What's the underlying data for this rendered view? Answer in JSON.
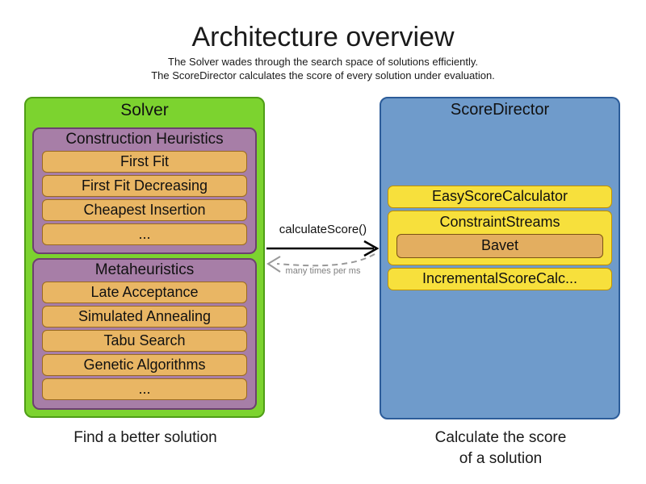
{
  "header": {
    "title": "Architecture overview",
    "subtitle_line1": "The Solver wades through the search space of solutions efficiently.",
    "subtitle_line2": "The ScoreDirector calculates the score of every solution under evaluation."
  },
  "solver": {
    "label": "Solver",
    "caption": "Find a better solution",
    "groups": [
      {
        "label": "Construction Heuristics",
        "items": [
          "First Fit",
          "First Fit Decreasing",
          "Cheapest Insertion",
          "..."
        ]
      },
      {
        "label": "Metaheuristics",
        "items": [
          "Late Acceptance",
          "Simulated Annealing",
          "Tabu Search",
          "Genetic Algorithms",
          "..."
        ]
      }
    ]
  },
  "score_director": {
    "label": "ScoreDirector",
    "caption_line1": "Calculate the score",
    "caption_line2": "of a solution",
    "items": [
      "EasyScoreCalculator",
      "ConstraintStreams",
      "IncrementalScoreCalc..."
    ],
    "constraint_streams_impl": "Bavet"
  },
  "connection": {
    "call_label": "calculateScore()",
    "frequency_label": "many times per ms"
  },
  "colors": {
    "solver_fill": "#7cd32f",
    "solver_border": "#4f9e16",
    "heuristic_group_fill": "#a77ea7",
    "heuristic_group_border": "#6c4070",
    "heuristic_item_fill": "#e9b664",
    "heuristic_item_border": "#9a6a1f",
    "score_director_fill": "#6f9bcb",
    "score_director_border": "#2c5c99",
    "calculator_fill": "#f7e03c",
    "calculator_border": "#bf9000",
    "bavet_fill": "#e3ae60",
    "bavet_border": "#7a5213",
    "call_arrow": "#000000",
    "return_arrow": "#999999"
  }
}
